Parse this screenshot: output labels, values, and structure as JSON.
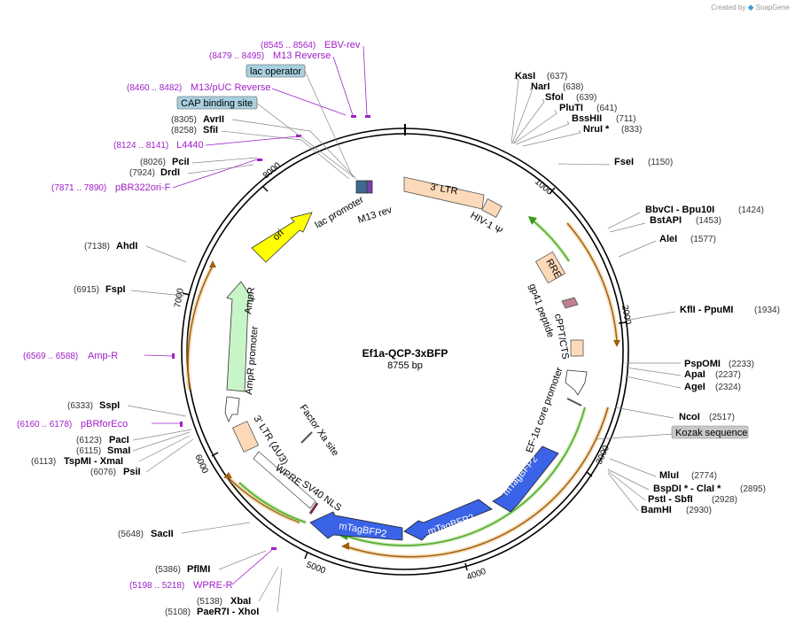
{
  "brand": {
    "prefix": "Created by",
    "name": "SnapGene"
  },
  "plasmid": {
    "name": "Ef1a-QCP-3xBFP",
    "length": "8755 bp"
  },
  "enzymes_right": [
    {
      "name": "KasI",
      "pos": "(637)"
    },
    {
      "name": "NarI",
      "pos": "(638)"
    },
    {
      "name": "SfoI",
      "pos": "(639)"
    },
    {
      "name": "PluTI",
      "pos": "(641)"
    },
    {
      "name": "BssHII",
      "pos": "(711)"
    },
    {
      "name": "NruI *",
      "pos": "(833)"
    },
    {
      "name": "FseI",
      "pos": "(1150)"
    },
    {
      "name": "BbvCI - Bpu10I",
      "pos": "(1424)"
    },
    {
      "name": "BstAPI",
      "pos": "(1453)"
    },
    {
      "name": "AleI",
      "pos": "(1577)"
    },
    {
      "name": "KflI - PpuMI",
      "pos": "(1934)"
    },
    {
      "name": "PspOMI",
      "pos": "(2233)"
    },
    {
      "name": "ApaI",
      "pos": "(2237)"
    },
    {
      "name": "AgeI",
      "pos": "(2324)"
    },
    {
      "name": "NcoI",
      "pos": "(2517)"
    },
    {
      "name": "MluI",
      "pos": "(2774)"
    },
    {
      "name": "BspDI * - ClaI *",
      "pos": "(2895)"
    },
    {
      "name": "PstI - SbfI",
      "pos": "(2928)"
    },
    {
      "name": "BamHI",
      "pos": "(2930)"
    }
  ],
  "enzymes_left": [
    {
      "name": "AvrII",
      "pos": "(8305)"
    },
    {
      "name": "SfiI",
      "pos": "(8258)"
    },
    {
      "name": "PciI",
      "pos": "(8026)"
    },
    {
      "name": "DrdI",
      "pos": "(7924)"
    },
    {
      "name": "AhdI",
      "pos": "(7138)"
    },
    {
      "name": "FspI",
      "pos": "(6915)"
    },
    {
      "name": "SspI",
      "pos": "(6333)"
    },
    {
      "name": "PacI",
      "pos": "(6123)"
    },
    {
      "name": "SmaI",
      "pos": "(6115)"
    },
    {
      "name": "TspMI - XmaI",
      "pos": "(6113)"
    },
    {
      "name": "PsiI",
      "pos": "(6076)"
    },
    {
      "name": "SacII",
      "pos": "(5648)"
    },
    {
      "name": "PflMI",
      "pos": "(5386)"
    },
    {
      "name": "XbaI",
      "pos": "(5138)"
    },
    {
      "name": "PaeR7I - XhoI",
      "pos": "(5108)"
    }
  ],
  "primers": [
    {
      "name": "EBV-rev",
      "range": "(8545 .. 8564)"
    },
    {
      "name": "M13 Reverse",
      "range": "(8479 .. 8495)"
    },
    {
      "name": "M13/pUC Reverse",
      "range": "(8460 .. 8482)"
    },
    {
      "name": "L4440",
      "range": "(8124 .. 8141)"
    },
    {
      "name": "pBR322ori-F",
      "range": "(7871 .. 7890)"
    },
    {
      "name": "Amp-R",
      "range": "(6569 .. 6588)"
    },
    {
      "name": "pBRforEco",
      "range": "(6160 .. 6178)"
    },
    {
      "name": "WPRE-R",
      "range": "(5198 .. 5218)"
    }
  ],
  "boxed_labels": [
    "lac operator",
    "CAP binding site",
    "Kozak sequence"
  ],
  "features": {
    "ltr3": "3' LTR",
    "hiv": "HIV-1 Ψ",
    "rre": "RRE",
    "gp41": "gp41 peptide",
    "cppt": "cPPT/CTS",
    "ef1a": "EF-1α core promoter",
    "bfp1": "mTagBFP2",
    "bfp2": "mTagBFP2",
    "bfp3": "mTagBFP2",
    "sv40": "SV40 NLS",
    "wpre": "WPRE",
    "ltr3du3": "3' LTR (ΔU3)",
    "factorxa": "Factor Xa site",
    "ampr": "AmpR",
    "amprprom": "AmpR promoter",
    "ori": "ori",
    "lacprom": "lac promoter",
    "m13rev": "M13 rev"
  },
  "ticks": [
    "1000",
    "2000",
    "3000",
    "4000",
    "5000",
    "6000",
    "7000",
    "8000"
  ],
  "colors": {
    "backbone": "#000000",
    "primer": "#a020c8",
    "bfp": "#3a63e8",
    "ori": "#ffff00",
    "ampr": "#c8f5c8",
    "ltr": "#fcd9b8",
    "orf_arrow": "#e6a23c",
    "green_arrow": "#3a9a1a",
    "boxed": "#a8d0e0"
  }
}
